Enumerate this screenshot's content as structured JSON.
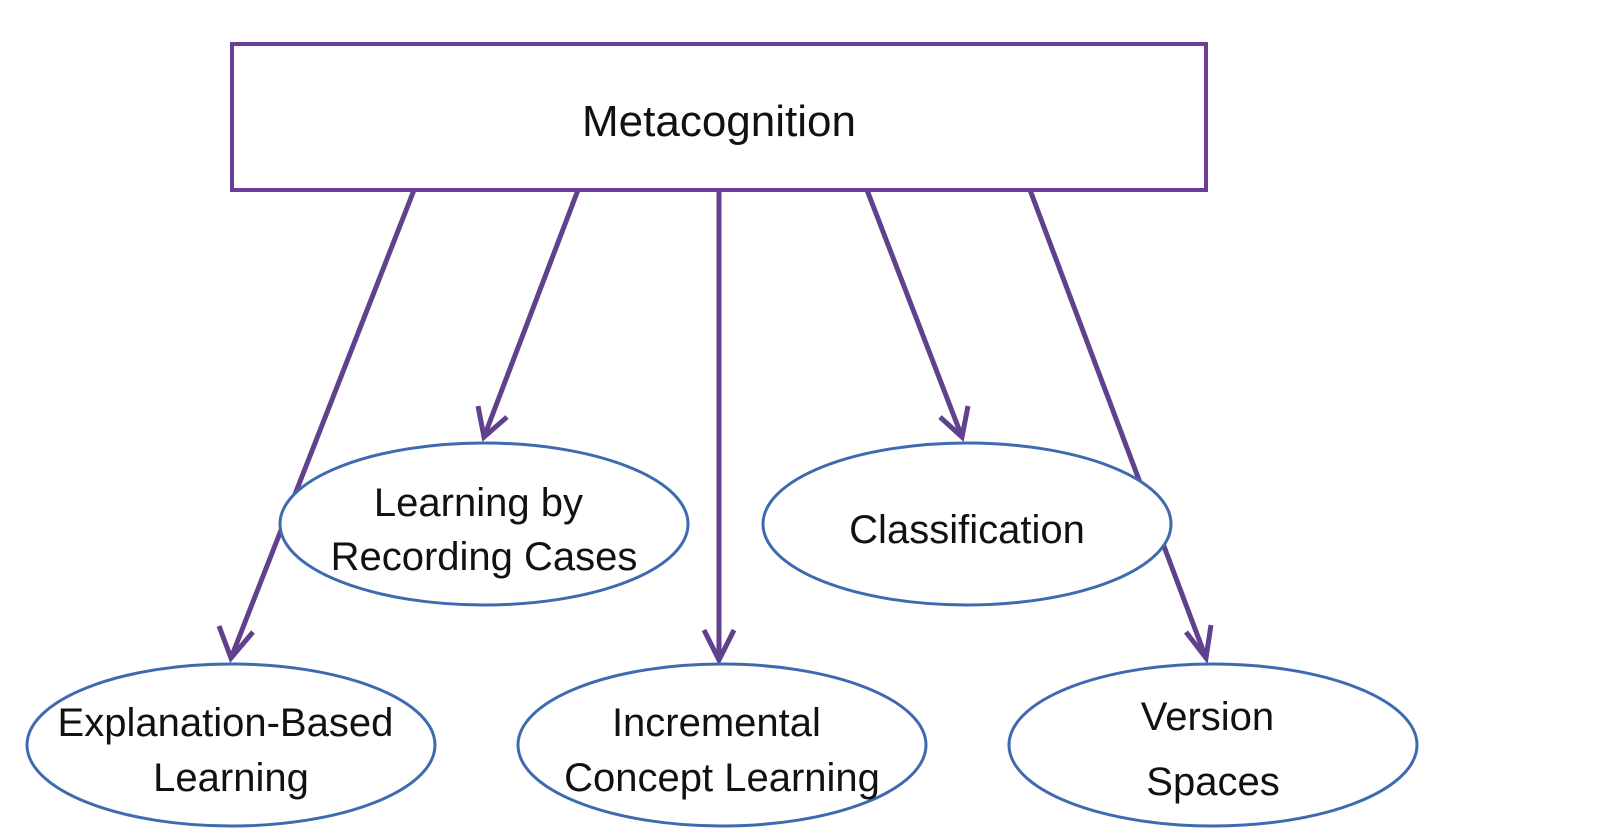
{
  "diagram": {
    "colors": {
      "edge": "#61418e",
      "root_border": "#6a3d96",
      "ellipse_border": "#3e6bb0",
      "text": "#111111",
      "background": "#ffffff"
    },
    "root": {
      "label": "Metacognition"
    },
    "nodes": {
      "learning_by_recording_cases": {
        "line1": "Learning by",
        "line2": "Recording Cases"
      },
      "classification": {
        "line1": "Classification"
      },
      "explanation_based_learning": {
        "line1": "Explanation-Based",
        "line2": "Learning"
      },
      "incremental_concept_learning": {
        "line1": "Incremental",
        "line2": "Concept Learning"
      },
      "version_spaces": {
        "line1": "Version",
        "line2": "Spaces"
      }
    },
    "edges": [
      {
        "from": "Metacognition",
        "to": "Explanation-Based Learning"
      },
      {
        "from": "Metacognition",
        "to": "Learning by Recording Cases"
      },
      {
        "from": "Metacognition",
        "to": "Incremental Concept Learning"
      },
      {
        "from": "Metacognition",
        "to": "Classification"
      },
      {
        "from": "Metacognition",
        "to": "Version Spaces"
      }
    ]
  }
}
